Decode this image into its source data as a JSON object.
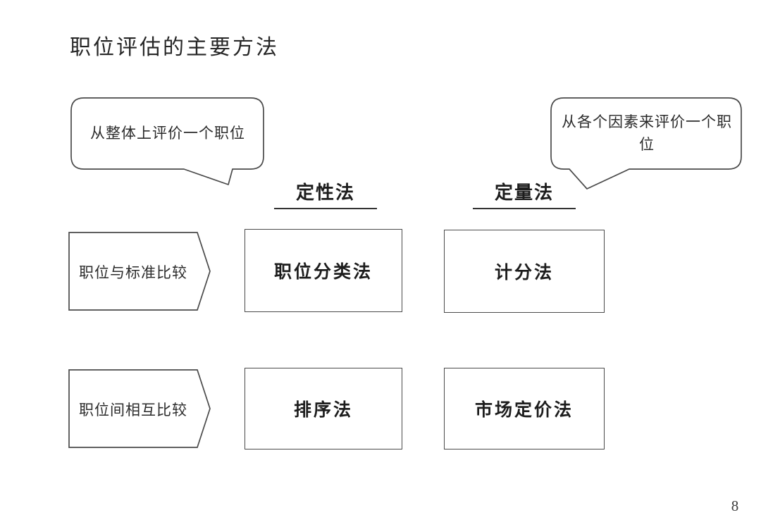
{
  "page": {
    "title": "职位评估的主要方法",
    "page_number": "8"
  },
  "callouts": {
    "left": "从整体上评价一个职位",
    "right": "从各个因素来评价一个职位"
  },
  "columns": [
    {
      "header": "定性法"
    },
    {
      "header": "定量法"
    }
  ],
  "rows": [
    {
      "label": "职位与标准比较",
      "cells": [
        "职位分类法",
        "计分法"
      ]
    },
    {
      "label": "职位间相互比较",
      "cells": [
        "排序法",
        "市场定价法"
      ]
    }
  ],
  "colors": {
    "background": "#ffffff",
    "ink": "#1d1d1d",
    "line": "#4a4a4a"
  }
}
